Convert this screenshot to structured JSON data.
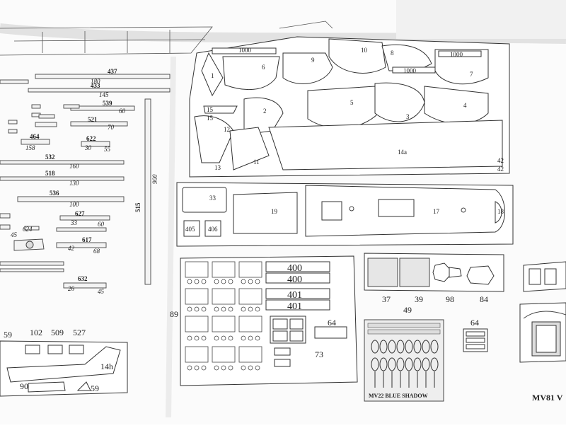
{
  "sheet": {
    "model_code": "MV81 V",
    "pe_sheet_caption": "MV22 BLUE SHADOW",
    "strips": [
      {
        "len": "437",
        "dim": "180"
      },
      {
        "len": "433",
        "dim": "145"
      },
      {
        "len": "539",
        "dim": "60"
      },
      {
        "len": "521",
        "dim": "70"
      },
      {
        "len": "464",
        "dim": "158"
      },
      {
        "len": "622",
        "dim": "55"
      },
      {
        "len": "532",
        "dim": "160"
      },
      {
        "len": "518",
        "dim": "130"
      },
      {
        "len": "536",
        "dim": "100"
      },
      {
        "len": "627",
        "dim": "60"
      },
      {
        "len": "617",
        "dim": "68"
      },
      {
        "len": "632",
        "dim": "45"
      }
    ],
    "vertical_strip": {
      "len": "515",
      "dim": "900"
    },
    "bottom_left_labels": [
      "59",
      "102",
      "509",
      "527",
      "14h",
      "90",
      "59"
    ],
    "frames": [
      "1",
      "6",
      "9",
      "10",
      "8",
      "7",
      "1000",
      "1000",
      "1000",
      "5",
      "3",
      "4",
      "15",
      "15",
      "2",
      "12",
      "11",
      "13",
      "14a",
      "42",
      "42"
    ],
    "deck_parts": [
      "33",
      "19",
      "17",
      "18",
      "405",
      "406"
    ],
    "fitting_parts": [
      "89",
      "400",
      "400",
      "401",
      "401",
      "64",
      "73",
      "37",
      "39",
      "98",
      "84",
      "49",
      "64"
    ]
  }
}
